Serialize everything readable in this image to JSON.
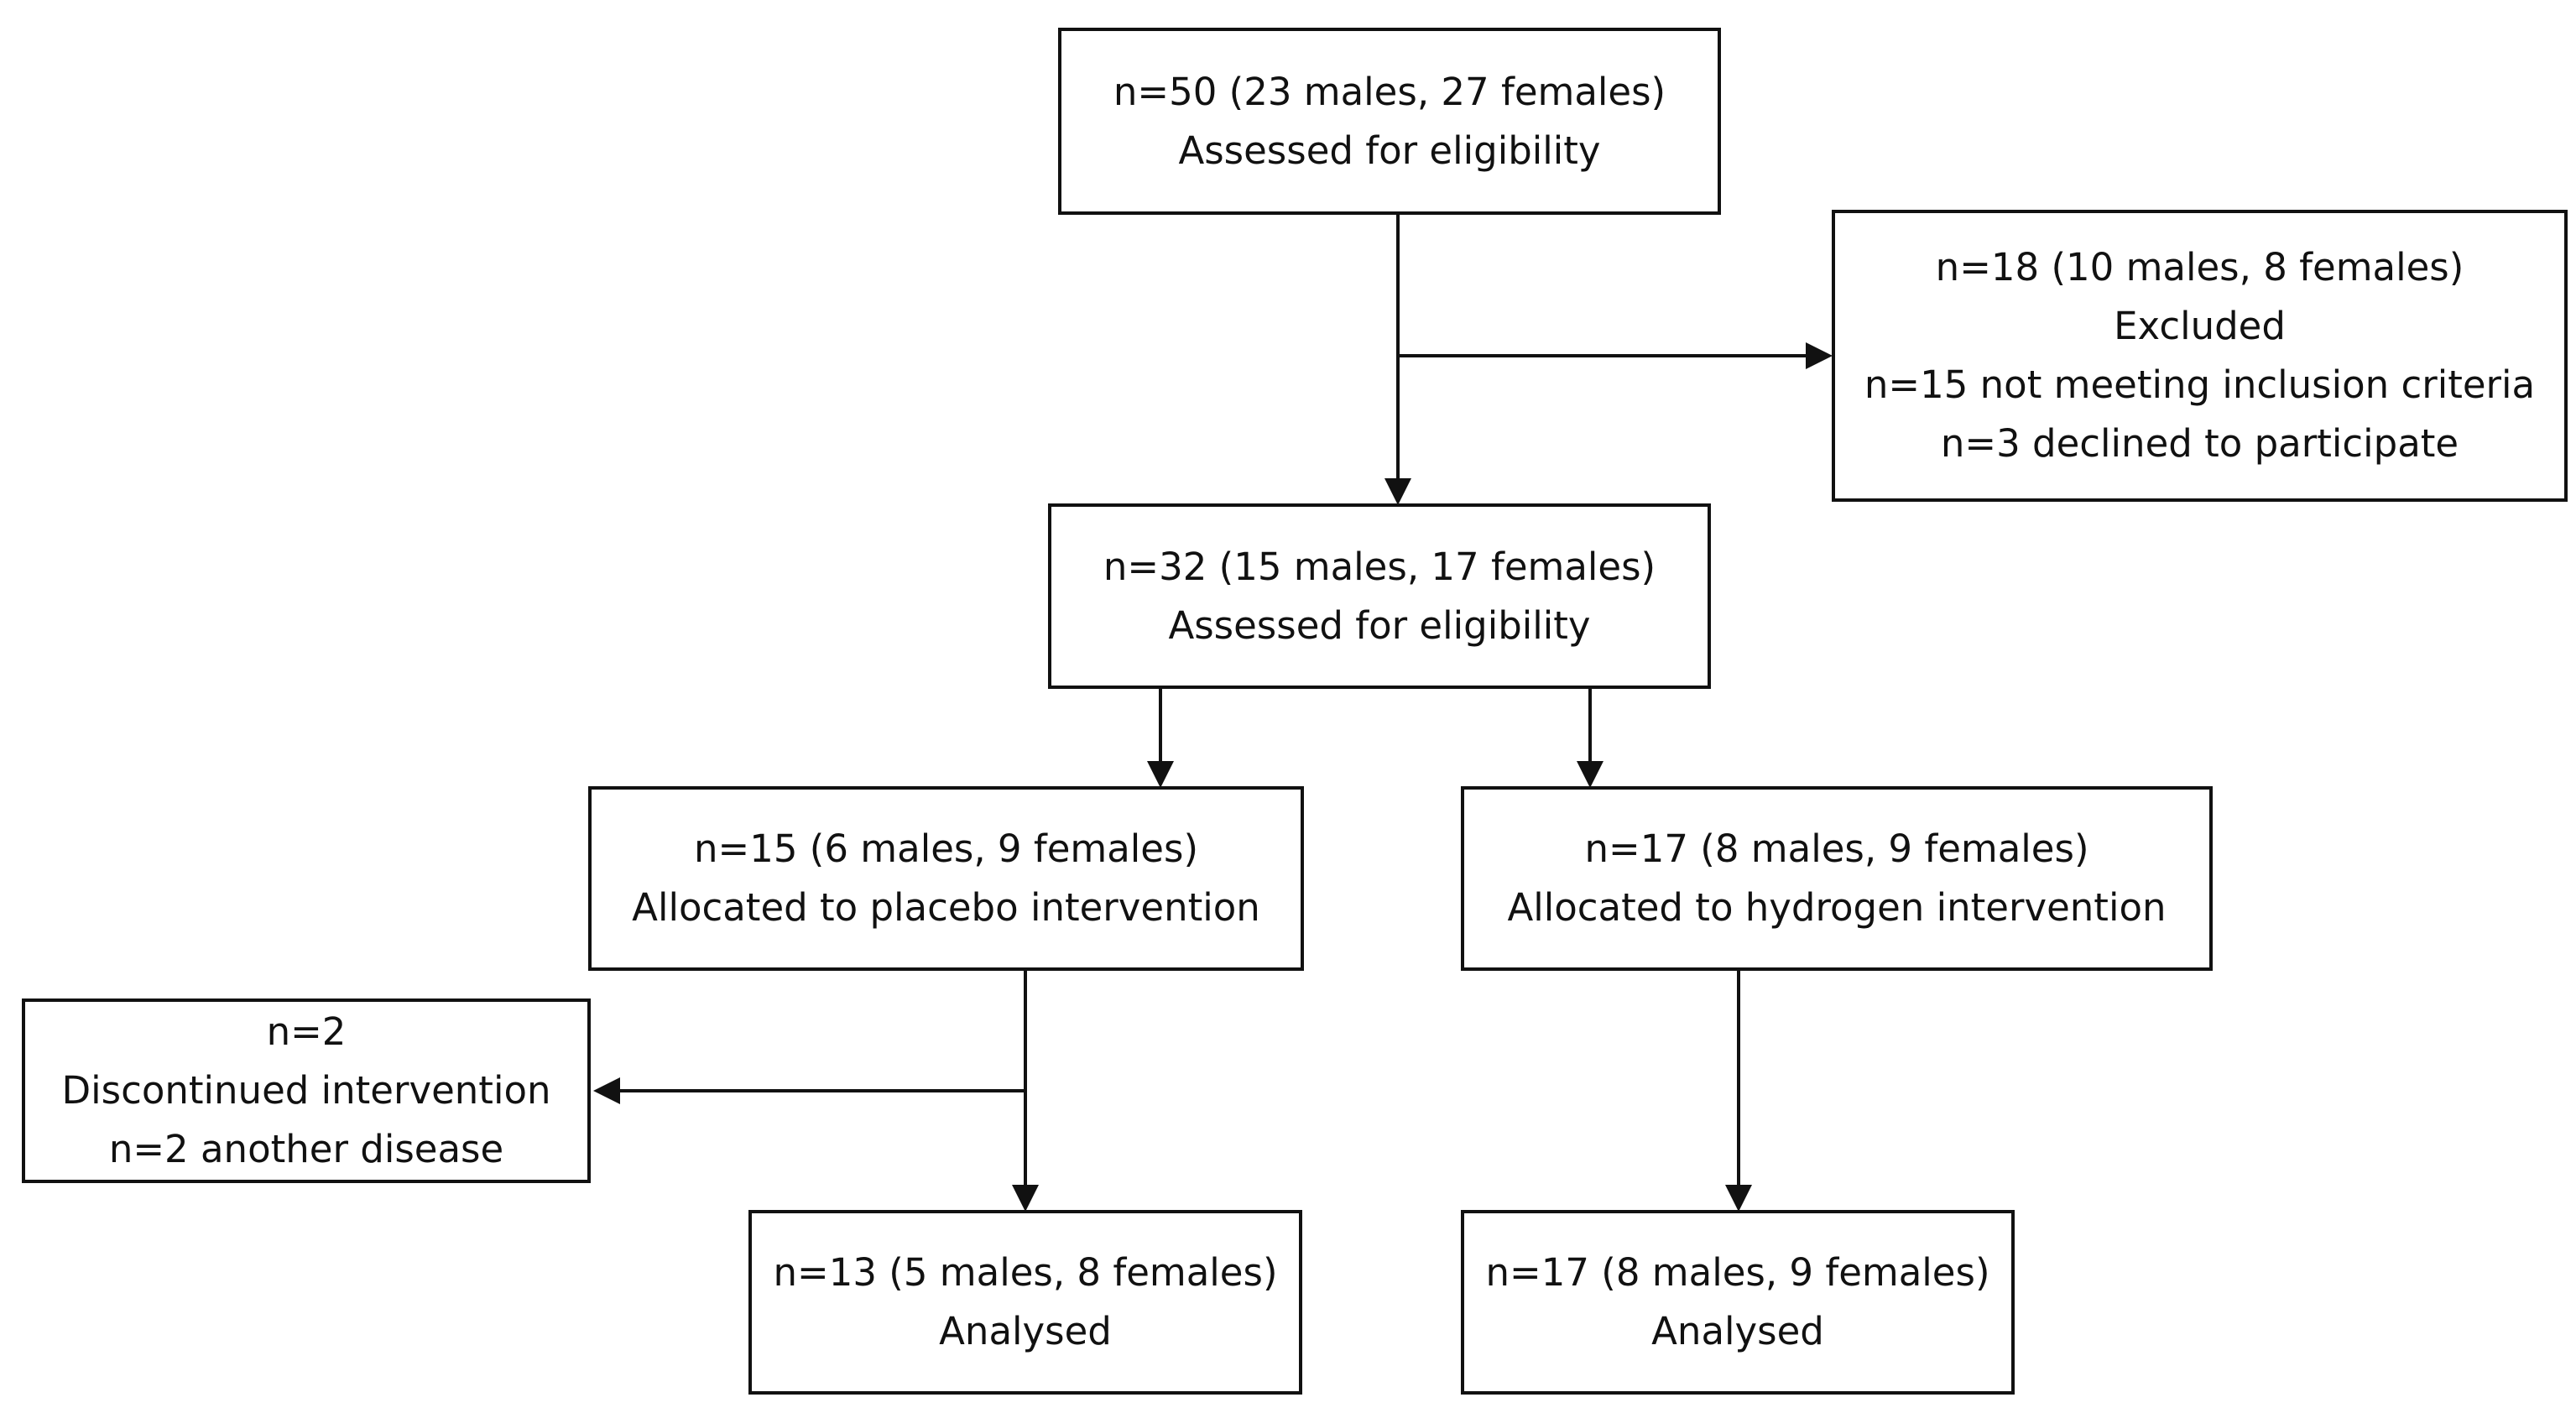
{
  "boxes": {
    "enrollment": {
      "counts": "n=50 (23 males, 27 females)",
      "label": "Assessed for eligibility"
    },
    "excluded": {
      "counts": "n=18 (10 males, 8 females)",
      "label": "Excluded",
      "reason_1": "n=15 not meeting inclusion criteria",
      "reason_2": "n=3 declined to participate"
    },
    "eligible": {
      "counts": "n=32 (15 males, 17 females)",
      "label": "Assessed for eligibility"
    },
    "placebo_allocation": {
      "counts": "n=15 (6 males, 9 females)",
      "label": "Allocated to placebo intervention"
    },
    "hydrogen_allocation": {
      "counts": "n=17 (8 males, 9 females)",
      "label": "Allocated to hydrogen intervention"
    },
    "discontinued": {
      "counts": "n=2",
      "label": "Discontinued intervention",
      "reason_1": "n=2 another disease"
    },
    "placebo_analysed": {
      "counts": "n=13 (5 males, 8 females)",
      "label": "Analysed"
    },
    "hydrogen_analysed": {
      "counts": "n=17 (8 males, 9 females)",
      "label": "Analysed"
    }
  },
  "colors": {
    "stroke": "#111111",
    "background": "#ffffff"
  }
}
